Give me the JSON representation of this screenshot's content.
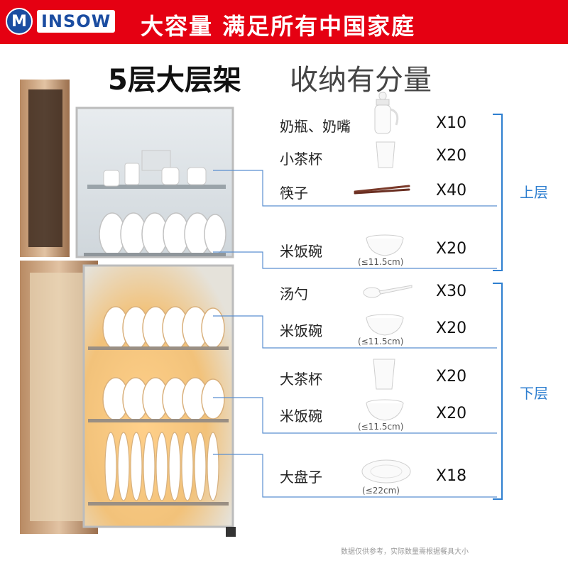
{
  "header": {
    "logo_letter": "M",
    "logo_text": "INSOW",
    "slogan": "大容量  满足所有中国家庭",
    "bg_color": "#e50012",
    "brand_color": "#1b4da1"
  },
  "title": {
    "main": "5层大层架",
    "sub": "收纳有分量"
  },
  "upper": {
    "label": "上层",
    "items": [
      {
        "label": "奶瓶、奶嘴",
        "qty": "X10",
        "icon": "baby-bottle-icon"
      },
      {
        "label": "小茶杯",
        "qty": "X20",
        "icon": "small-cup-icon"
      },
      {
        "label": "筷子",
        "qty": "X40",
        "icon": "chopsticks-icon"
      },
      {
        "label": "米饭碗",
        "qty": "X20",
        "icon": "rice-bowl-icon",
        "note": "(≤11.5cm)"
      }
    ]
  },
  "lower": {
    "label": "下层",
    "items": [
      {
        "label": "汤勺",
        "qty": "X30",
        "icon": "spoon-icon"
      },
      {
        "label": "米饭碗",
        "qty": "X20",
        "icon": "rice-bowl-icon",
        "note": "(≤11.5cm)"
      },
      {
        "label": "大茶杯",
        "qty": "X20",
        "icon": "large-cup-icon"
      },
      {
        "label": "米饭碗",
        "qty": "X20",
        "icon": "rice-bowl-icon",
        "note": "(≤11.5cm)"
      },
      {
        "label": "大盘子",
        "qty": "X18",
        "icon": "plate-icon",
        "note": "(≤22cm)"
      }
    ]
  },
  "footnote": "数据仅供参考，实际数量需根据餐具大小",
  "accent_color": "#2f7fd0"
}
